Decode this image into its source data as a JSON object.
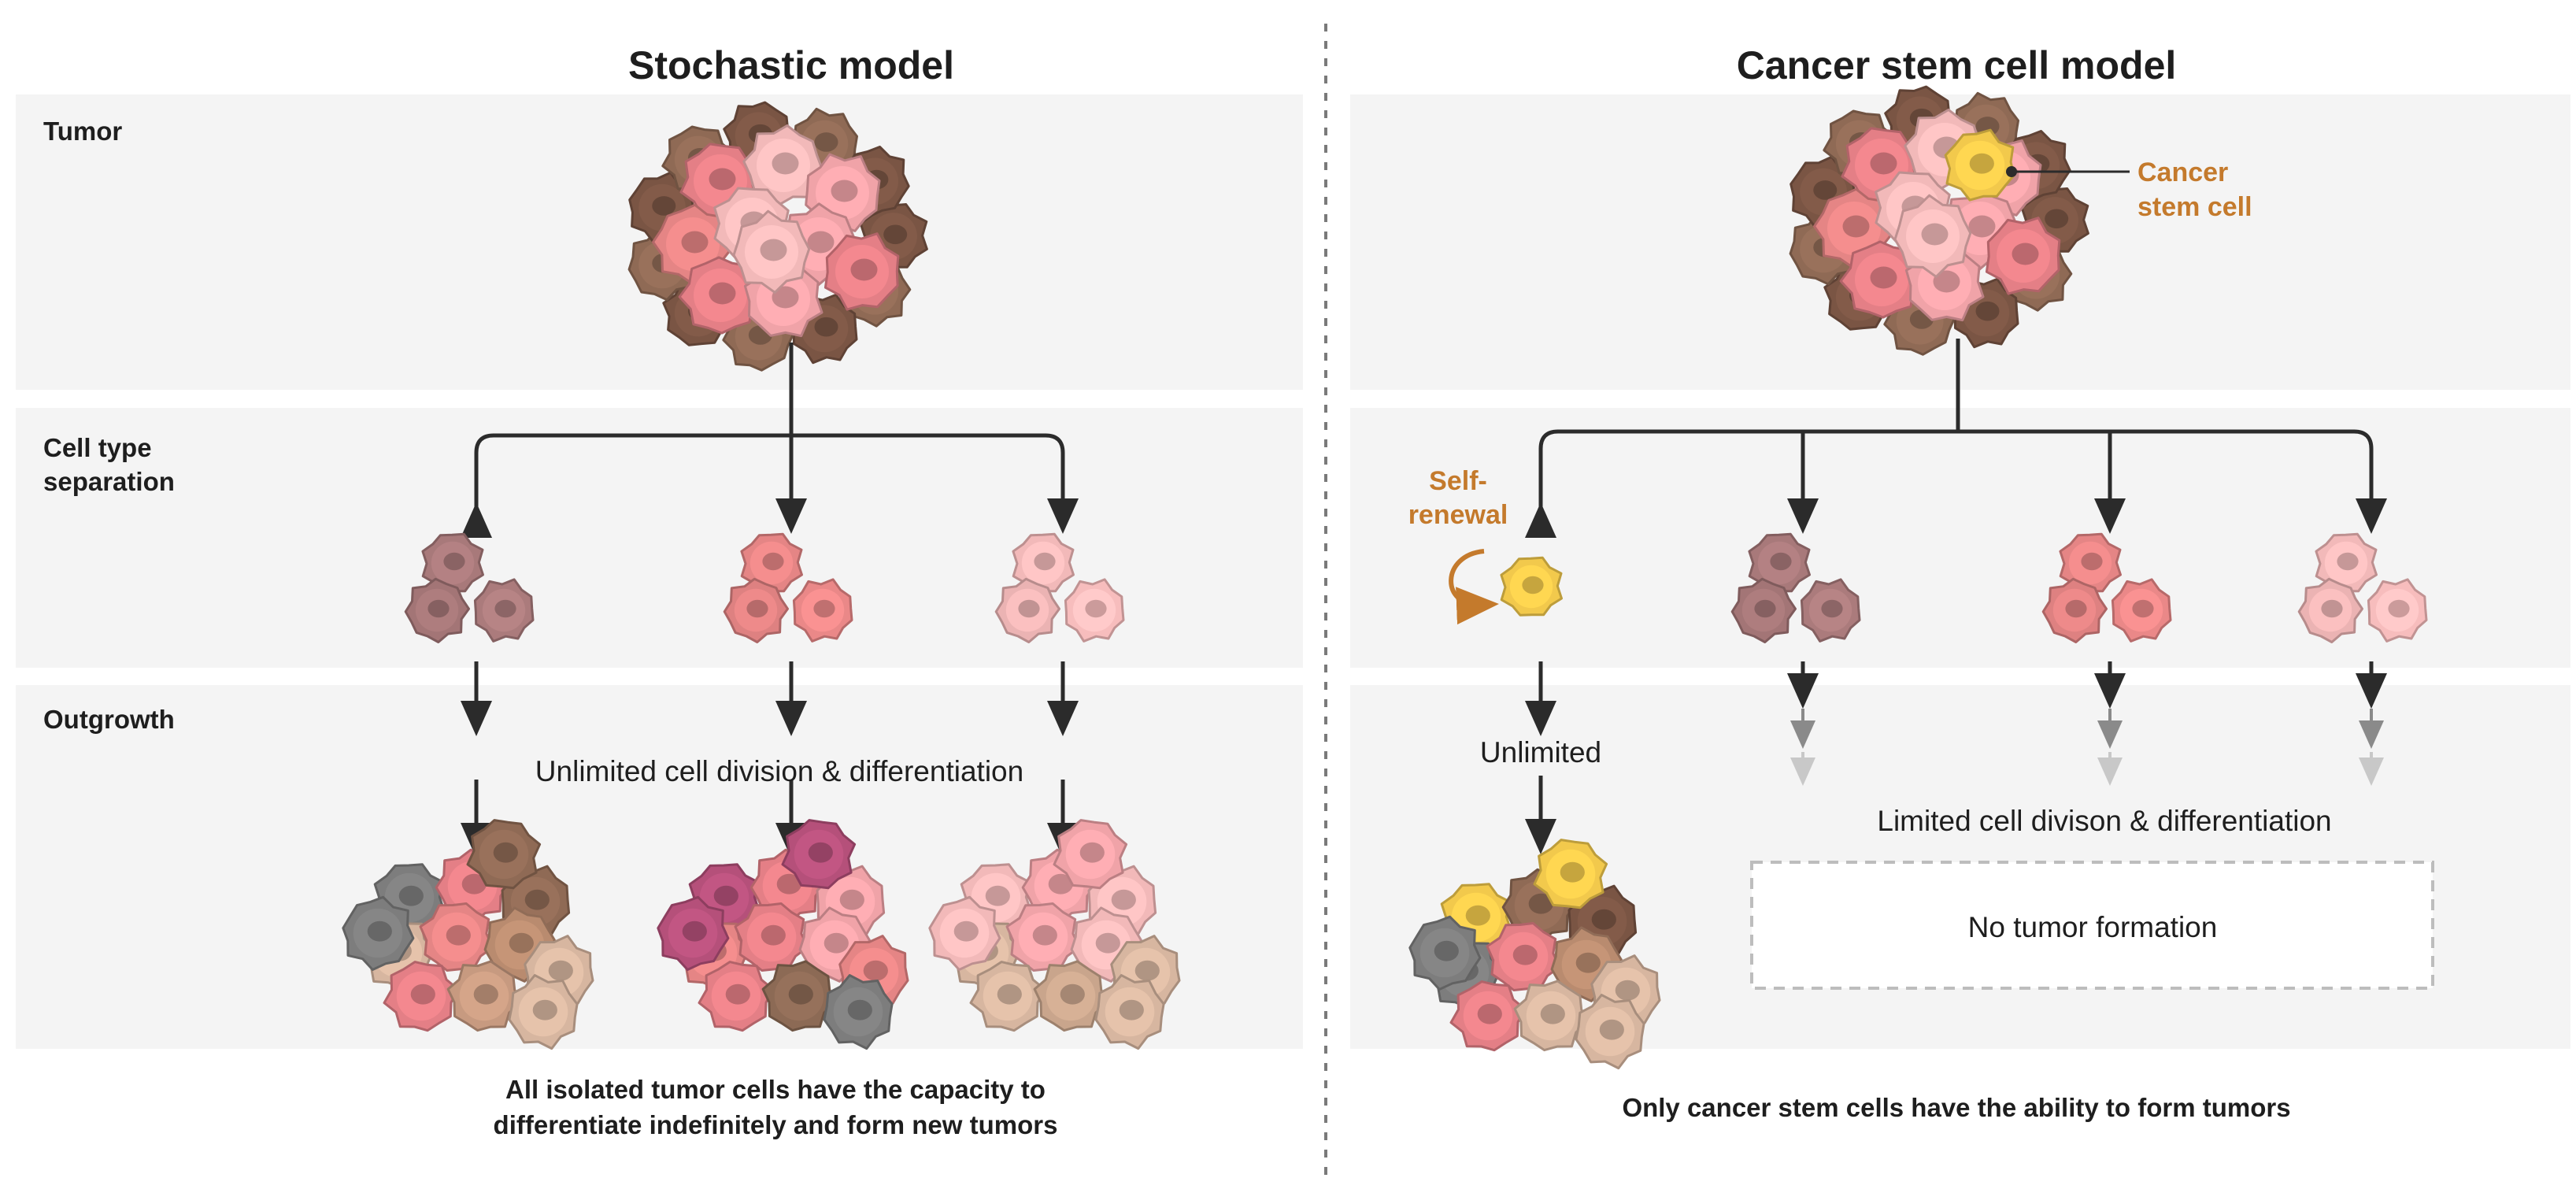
{
  "left_panel": {
    "title": "Stochastic model",
    "row_labels": {
      "tumor": "Tumor",
      "cell_type_line1": "Cell type",
      "cell_type_line2": "separation",
      "outgrowth": "Outgrowth"
    },
    "division_text": "Unlimited cell division & differentiation",
    "caption_line1": "All isolated tumor cells have the capacity to",
    "caption_line2": "differentiate indefinitely and form new tumors"
  },
  "right_panel": {
    "title": "Cancer stem cell model",
    "stem_label_line1": "Cancer",
    "stem_label_line2": "stem cell",
    "self_renewal_line1": "Self-",
    "self_renewal_line2": "renewal",
    "unlimited_text": "Unlimited",
    "limited_text": "Limited cell divison & differentiation",
    "no_tumor_text": "No tumor formation",
    "caption": "Only cancer stem cells have the ability to form tumors"
  },
  "colors": {
    "band_bg": "#f4f4f4",
    "arrow": "#2b2b2b",
    "stem_yellow": "#f2c94c",
    "accent_orange": "#c47a2c",
    "mauve": "#a8797a",
    "salmon": "#e58585",
    "light_pink": "#f2b9b9",
    "brown": "#8f6a55"
  }
}
